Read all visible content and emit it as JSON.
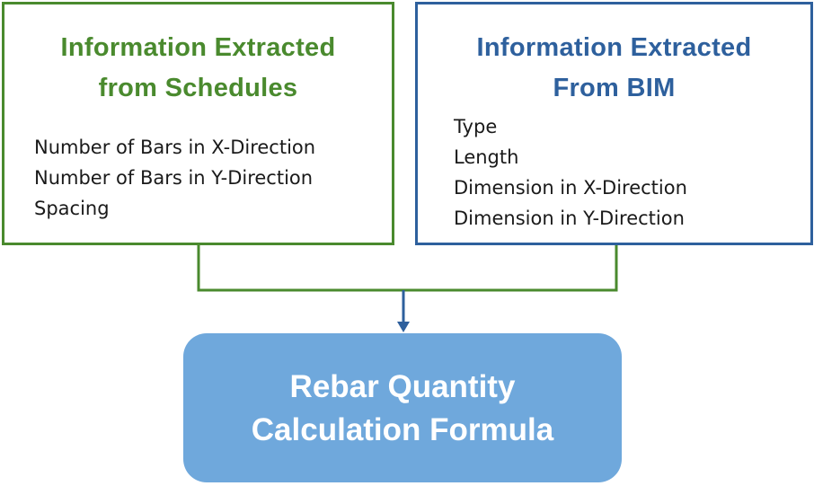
{
  "schedules_box": {
    "title_line1": "Information  Extracted",
    "title_line2": "from Schedules",
    "items": [
      "Number  of Bars in X-Direction",
      "Number  of Bars in Y-Direction",
      "Spacing"
    ]
  },
  "bim_box": {
    "title_line1": "Information  Extracted",
    "title_line2": "From BIM",
    "items": [
      "Type",
      "Length",
      "Dimension in X-Direction",
      "Dimension in Y-Direction"
    ]
  },
  "formula_box": {
    "title_line1": "Rebar Quantity",
    "title_line2": "Calculation Formula"
  },
  "colors": {
    "schedules_accent": "#4a8a2e",
    "bim_accent": "#2e609d",
    "formula_fill": "#6fa8dc"
  }
}
